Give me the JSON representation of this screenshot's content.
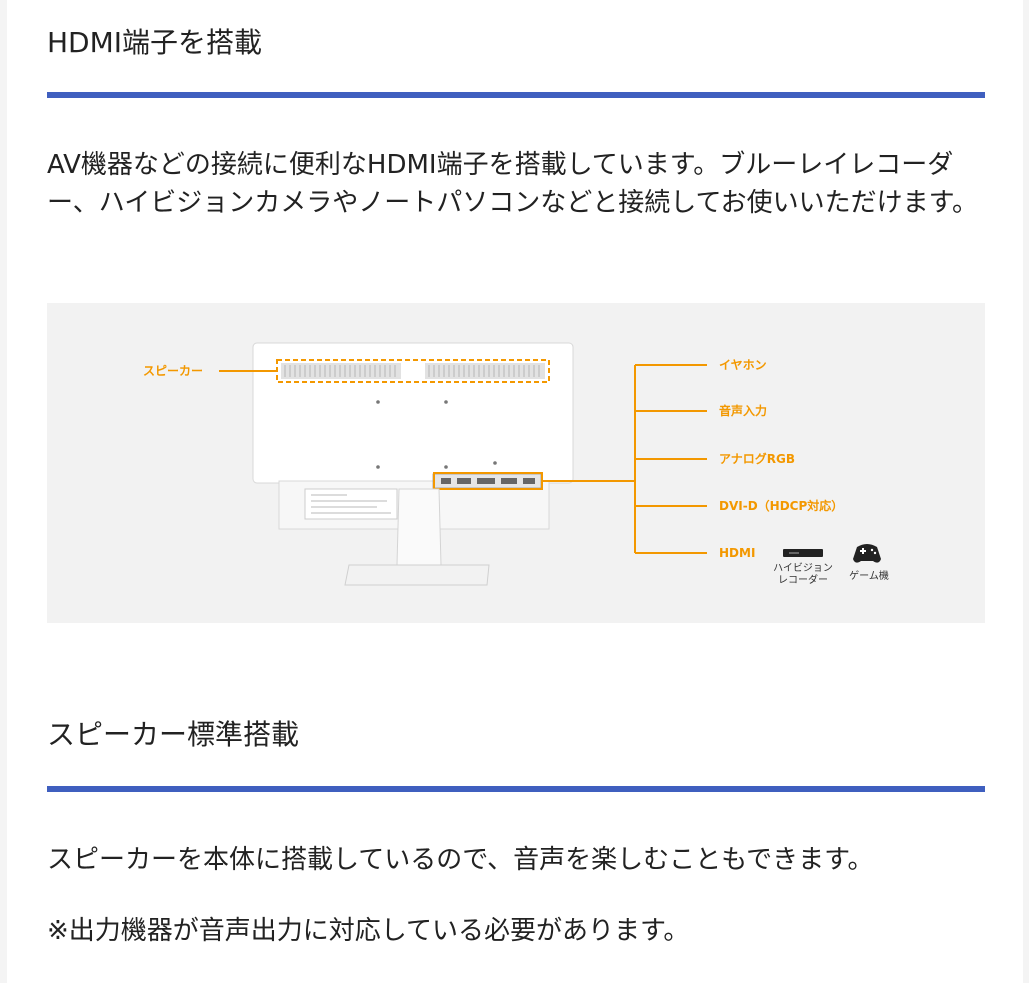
{
  "hdmi_section": {
    "title": "HDMI端子を搭載",
    "body": "AV機器などの接続に便利なHDMI端子を搭載しています。ブルーレイレコーダー、ハイビジョンカメラやノートパソコンなどと接続してお使いいただけます。"
  },
  "diagram": {
    "speaker_label": "スピーカー",
    "ports": [
      "イヤホン",
      "音声入力",
      "アナログRGB",
      "DVI-D（HDCP対応）",
      "HDMI"
    ],
    "devices": [
      {
        "icon": "recorder-icon",
        "label_line1": "ハイビジョン",
        "label_line2": "レコーダー"
      },
      {
        "icon": "gamepad-icon",
        "label_line1": "ゲーム機",
        "label_line2": ""
      }
    ],
    "accent_color": "#f39800"
  },
  "speaker_section": {
    "title": "スピーカー標準搭載",
    "body": "スピーカーを本体に搭載しているので、音声を楽しむこともできます。",
    "note": "※出力機器が音声出力に対応している必要があります。"
  },
  "colors": {
    "heading_rule": "#3f5fbf",
    "text": "#222222",
    "figure_bg": "#f2f2f2"
  }
}
